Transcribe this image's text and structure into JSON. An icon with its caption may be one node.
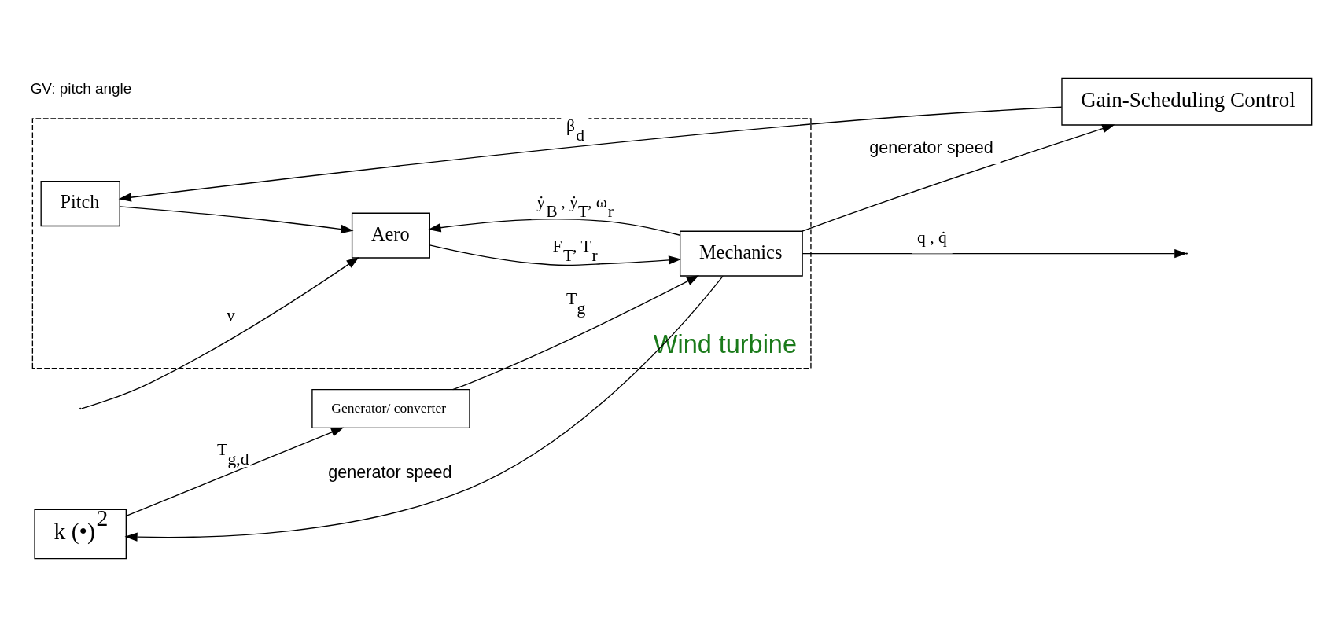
{
  "diagram": {
    "nodes": [
      {
        "text": [
          "Wind turbine"
        ]
      },
      {
        "text": [
          "Aero"
        ],
        "in": 0
      },
      {
        "text": [
          "Mechanics"
        ],
        "in": 0
      },
      {
        "text": [
          "Pitch"
        ],
        "in": 0
      },
      {
        "text": [
          "Generator/ converter"
        ]
      },
      {
        "text": [
          "Gain-Scheduling Control"
        ]
      },
      {
        "text": [
          "k (•)$^{2}$"
        ]
      }
    ],
    "edges": [
      {
        "from": null,
        "to": 1,
        "arrow": "to",
        "label": "v"
      },
      {
        "from": 1,
        "to": 2,
        "arrow": "to",
        "label": "F$_{T}$, T$_{r}$"
      },
      {
        "from": 2,
        "to": 1,
        "arrow": "to",
        "label": "ẏ$_{B}$ , ẏ$_{T}$, ω$_{r}$"
      },
      {
        "from": 3,
        "to": 1,
        "arrow": "to"
      },
      {
        "from": 4,
        "to": 2,
        "arrow": "to",
        "label": "T$_{g}$"
      },
      {
        "from": 2,
        "to": null,
        "arrow": "to",
        "label": "q , q̇"
      },
      {
        "from": 2,
        "to": 5,
        "arrow": "to",
        "label": "generator speed"
      },
      {
        "from": 2,
        "to": 6,
        "arrow": "to",
        "label": "generator speed"
      },
      {
        "from": 5,
        "to": 3,
        "arrow": "to",
        "label": "β$_{d}$"
      },
      {
        "from": 6,
        "to": 4,
        "arrow": "to",
        "label": "T$_{g,d}$"
      }
    ],
    "labels": [
      "GV: pitch angle"
    ]
  }
}
